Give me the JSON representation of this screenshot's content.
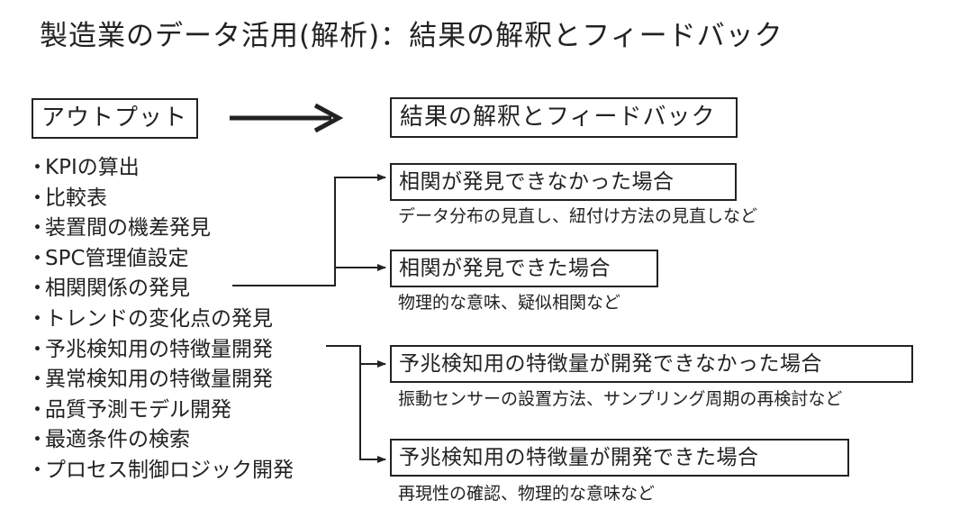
{
  "title": "製造業のデータ活用(解析)：結果の解釈とフィードバック",
  "output_box": "アウトプット",
  "feedback_box": "結果の解釈とフィードバック",
  "bullet": "・",
  "outputs": [
    "KPIの算出",
    "比較表",
    "装置間の機差発見",
    "SPC管理値設定",
    "相関関係の発見",
    "トレンドの変化点の発見",
    "予兆検知用の特徴量開発",
    "異常検知用の特徴量開発",
    "品質予測モデル開発",
    "最適条件の検索",
    "プロセス制御ロジック開発"
  ],
  "cases": [
    {
      "label": "相関が発見できなかった場合",
      "note": "データ分布の見直し、紐付け方法の見直しなど"
    },
    {
      "label": "相関が発見できた場合",
      "note": "物理的な意味、疑似相関など"
    },
    {
      "label": "予兆検知用の特徴量が開発できなかった場合",
      "note": "振動センサーの設置方法、サンプリング周期の再検討など"
    },
    {
      "label": "予兆検知用の特徴量が開発できた場合",
      "note": "再現性の確認、物理的な意味など"
    }
  ],
  "colors": {
    "line": "#222222",
    "background": "#ffffff"
  }
}
